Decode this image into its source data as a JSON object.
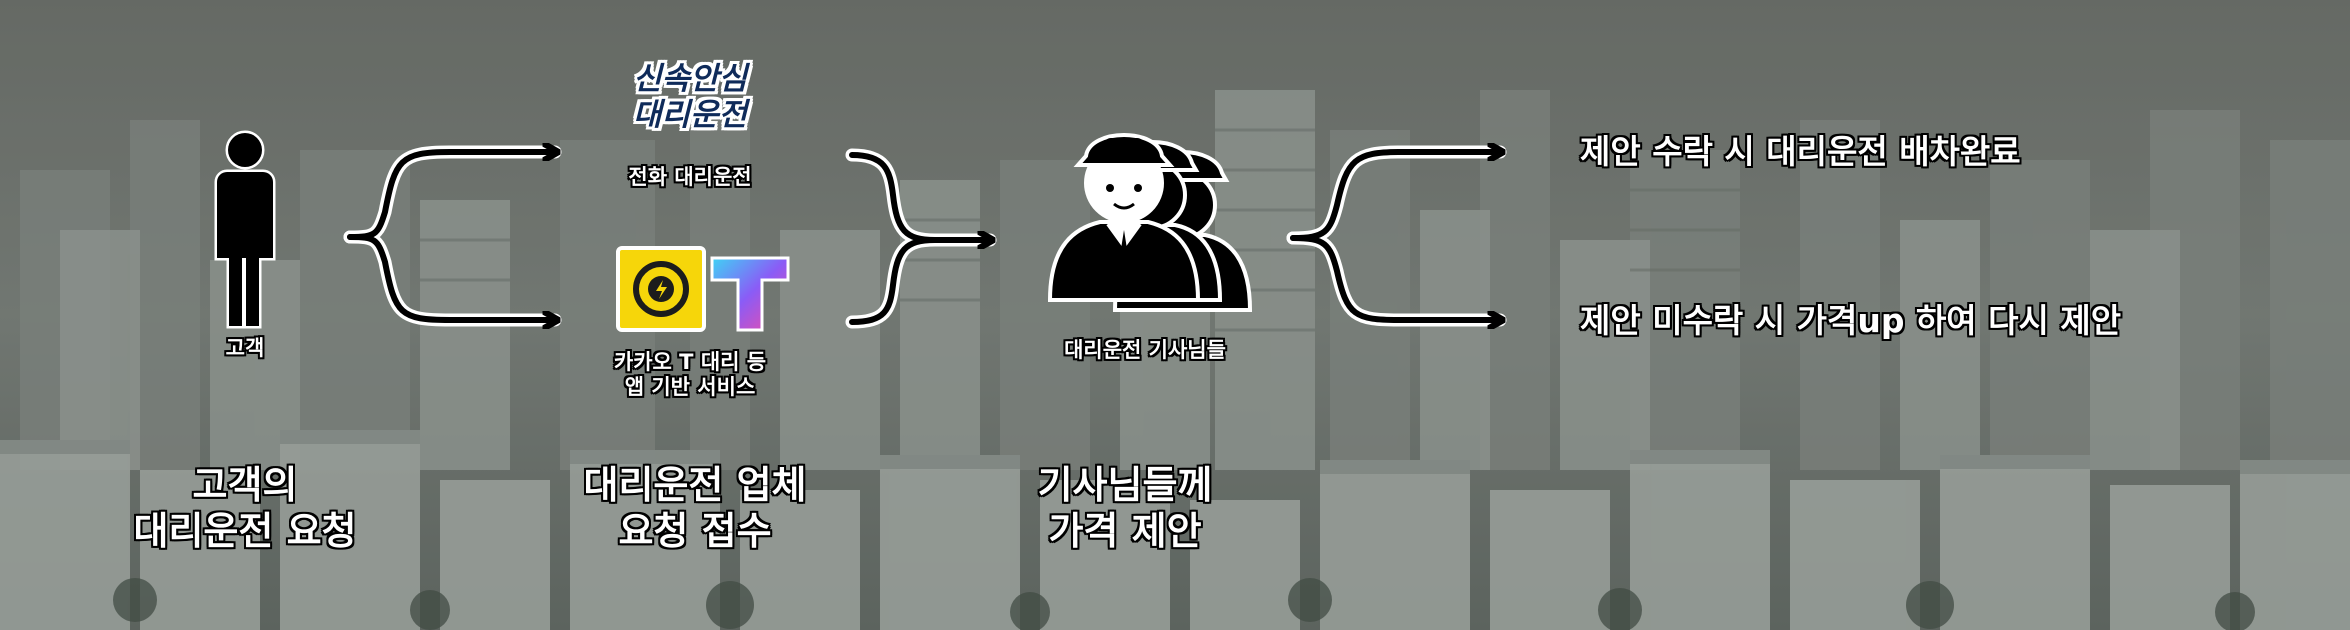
{
  "customer": {
    "label": "고객"
  },
  "brand": {
    "line1": "신속안심",
    "line2": "대리운전"
  },
  "channels": {
    "phone_label": "전화 대리운전",
    "app_label_line1": "카카오 T 대리 등",
    "app_label_line2": "앱 기반 서비스",
    "app_logo_letter": "T"
  },
  "drivers": {
    "label": "대리운전 기사님들"
  },
  "stages": [
    {
      "line1": "고객의",
      "line2": "대리운전 요청"
    },
    {
      "line1": "대리운전 업체",
      "line2": "요청 접수"
    },
    {
      "line1": "기사님들께",
      "line2": "가격 제안"
    }
  ],
  "results": {
    "accept": "제안 수락 시 대리운전 배차완료",
    "reject": "제안 미수락 시 가격up 하여 다시 제안"
  },
  "colors": {
    "background": "#6f746f",
    "kakao_yellow": "#f6d60a",
    "brand_navy": "#0f2b5a"
  }
}
